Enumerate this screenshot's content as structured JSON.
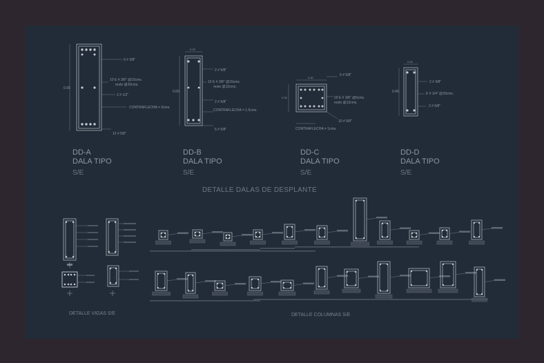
{
  "sheet": {
    "background": "#222c38",
    "frame": "#2e262f",
    "line_color": "#9aa3ad",
    "dim_color": "#707a86",
    "text_color": "#8e97a2"
  },
  "dalas": [
    {
      "code": "DD-A",
      "title": "DALA TIPO",
      "scale": "S/E",
      "labels": [
        "6 # 3/8\"",
        "10 E # 3/8\" @15cms.",
        "resto @20cms.",
        "2 # 1/2\"",
        "CONTRAFLECHA = 3cms.",
        "12 # 5/8\""
      ],
      "dims": [
        "0.90"
      ]
    },
    {
      "code": "DD-B",
      "title": "DALA TIPO",
      "scale": "S/E",
      "labels": [
        "2 # 5/8\"",
        "10 E # 3/8\" @15cms.",
        "resto @12cms.",
        "2 # 5/8\"",
        "CONTRAFLECHA = 1.5cms.",
        "6 # 5/8\""
      ],
      "dims": [
        "0.25",
        "0.60"
      ]
    },
    {
      "code": "DD-C",
      "title": "DALA TIPO",
      "scale": "S/E",
      "labels": [
        "6 # 5/8\"",
        "20 E # 3/8\" @5cms.",
        "resto @12cms.",
        "10 # 5/8\"",
        "CONTRAFLECHA = 1cms."
      ],
      "dims": [
        "0.30",
        "0.35"
      ]
    },
    {
      "code": "DD-D",
      "title": "DALA TIPO",
      "scale": "S/E",
      "labels": [
        "2 # 3/8\"",
        "E # 1/4\" @20cms.",
        "2 # 5/8\""
      ],
      "dims": [
        "0.25",
        "0.45"
      ]
    }
  ],
  "section_title": "DETALLE DALAS DE DESPLANTE",
  "bottom_captions": {
    "vigas": "DETALLE VIGAS   S/E",
    "columnas": "DETALLE COLUMNAS   S/E"
  }
}
